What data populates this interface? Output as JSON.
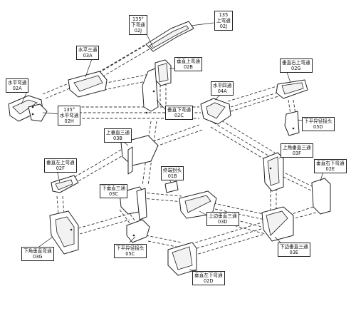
{
  "labels": {
    "02J": {
      "name": "135°\n下弯通",
      "code": "02J"
    },
    "02J_up": {
      "name": "135\n上弯通",
      "code": "02J"
    },
    "03A": {
      "name": "水平三通",
      "code": "03A"
    },
    "02B": {
      "name": "垂直上弯通",
      "code": "02B"
    },
    "02G": {
      "name": "垂直右上弯通",
      "code": "02G"
    },
    "02A": {
      "name": "水平弯通",
      "code": "02A"
    },
    "02H": {
      "name": "135°\n水平弯通",
      "code": "02H"
    },
    "04A": {
      "name": "水平四通",
      "code": "04A"
    },
    "02C": {
      "name": "垂直下弯通",
      "code": "02C"
    },
    "05D": {
      "name": "下平异径接头",
      "code": "05D"
    },
    "03B": {
      "name": "上垂直三通",
      "code": "03B"
    },
    "03F": {
      "name": "上角垂直三通",
      "code": "03F"
    },
    "02F": {
      "name": "垂直左上弯通",
      "code": "02F"
    },
    "01B": {
      "name": "终端封头",
      "code": "01B"
    },
    "02E": {
      "name": "垂直右下弯通",
      "code": "02E"
    },
    "03C": {
      "name": "下垂直三通",
      "code": "03C"
    },
    "03D": {
      "name": "上边垂直三通",
      "code": "03D"
    },
    "03G": {
      "name": "下角垂直弯通",
      "code": "03G"
    },
    "05C": {
      "name": "下平异径接头",
      "code": "05C"
    },
    "03E": {
      "name": "下边垂直三通",
      "code": "03E"
    },
    "02D": {
      "name": "垂直左下弯通",
      "code": "02D"
    }
  }
}
